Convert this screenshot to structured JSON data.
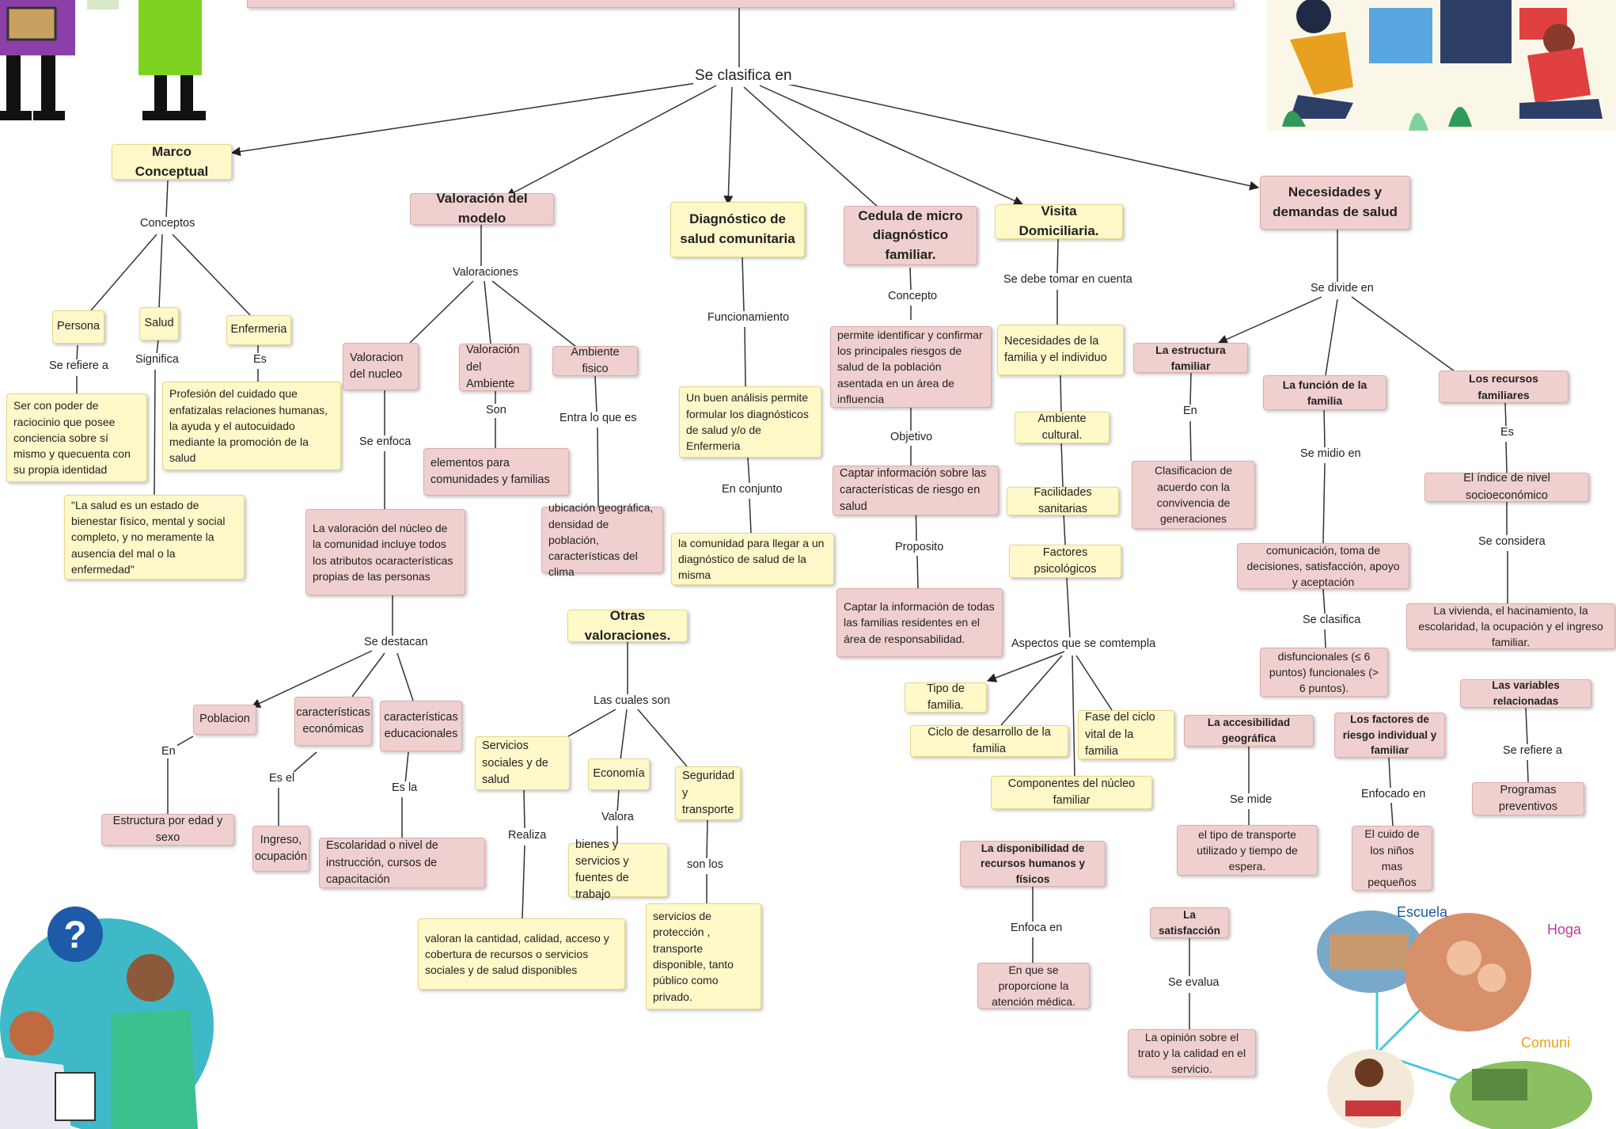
{
  "root_link": "Se clasifica en",
  "marco": {
    "title": "Marco Conceptual",
    "link": "Conceptos",
    "persona": "Persona",
    "salud": "Salud",
    "enfermeria": "Enfermeria",
    "persona_link": "Se refiere a",
    "salud_link": "Significa",
    "enf_link": "Es",
    "persona_def": "Ser con poder de raciocinio que posee conciencia sobre sí mismo y quecuenta con su propia identidad",
    "enf_def": "Profesión del cuidado que enfatizalas relaciones humanas, la ayuda y el autocuidado mediante la promoción de la salud",
    "salud_def": "\"La salud es un estado de bienestar físico, mental y social completo, y no meramente la ausencia del mal o la enfermedad\""
  },
  "valoracion": {
    "title": "Valoración del modelo",
    "link": "Valoraciones",
    "nucleo": "Valoracion del nucleo",
    "ambiente": "Valoración del Ambiente",
    "fisico": "Ambiente fisico",
    "son": "Son",
    "entra": "Entra lo que es",
    "enfoca": "Se enfoca",
    "elementos": "elementos para comunidades y familias",
    "ubicacion": "ubicación geográfica, densidad de población, características del clima",
    "nucleo_def": "La valoración del núcleo de la comunidad incluye todos los atributos ocaracterísticas propias de las personas",
    "destacan": "Se destacan",
    "poblacion": "Poblacion",
    "economicas": "características económicas",
    "educacionales": "características educacionales",
    "en": "En",
    "esel": "Es el",
    "esla": "Es la",
    "estructura": "Estructura por edad y sexo",
    "ingreso": "Ingreso, ocupación",
    "escolaridad": "Escolaridad o nivel de instrucción, cursos de capacitación"
  },
  "diagnostico": {
    "title": "Diagnóstico de salud comunitaria",
    "link": "Funcionamiento",
    "def": "Un buen análisis permite formular los diagnósticos de salud y/o de Enfermeria",
    "conjunto": "En conjunto",
    "comunidad": "la comunidad para llegar a un diagnóstico de salud de la misma"
  },
  "otras": {
    "title": "Otras valoraciones.",
    "link": "Las cuales son",
    "servicios": "Servicios sociales y de salud",
    "economia": "Economía",
    "seguridad": "Seguridad y transporte",
    "realiza": "Realiza",
    "valora": "Valora",
    "sonlos": "son los",
    "bienes": "bienes y servicios y fuentes de trabajo",
    "valoran": "valoran la cantidad, calidad, acceso y cobertura de recursos o servicios sociales y de salud disponibles",
    "proteccion": "servicios de protección , transporte disponible, tanto público como privado."
  },
  "cedula": {
    "title": "Cedula de micro diagnóstico familiar.",
    "concepto": "Concepto",
    "def": "permite identificar y confirmar los principales riesgos de salud de la población asentada en un área de influencia",
    "objetivo": "Objetivo",
    "captar1": "Captar información sobre las características de riesgo en salud",
    "proposito": "Proposito",
    "captar2": "Captar la información de todas las familias residentes en el área de responsabilidad."
  },
  "visita": {
    "title": "Visita Domiciliaria.",
    "link": "Se debe tomar en cuenta",
    "necesidades": "Necesidades de la familia y el individuo",
    "cultural": "Ambiente cultural.",
    "facilidades": "Facilidades sanitarias",
    "psico": "Factores psicológicos",
    "aspectos": "Aspectos que se comtempla",
    "tipo": "Tipo de familia.",
    "ciclo": "Ciclo de desarrollo de la familia",
    "fase": "Fase del ciclo vital de la familia",
    "componentes": "Componentes del núcleo familiar"
  },
  "necesidades": {
    "title": "Necesidades y demandas de salud",
    "link": "Se divide en",
    "estructura": "La estructura familiar",
    "funcion": "La función de la familia",
    "recursos": "Los recursos familiares",
    "en": "En",
    "midio": "Se midio en",
    "es": "Es",
    "clasificacion": "Clasificacion de acuerdo con la convivencia de generaciones",
    "comunicacion": "comunicación, toma de decisiones, satisfacción, apoyo y aceptación",
    "indice": "El índice de nivel socioeconómico",
    "considera": "Se considera",
    "vivienda": "La vivienda, el hacinamiento, la escolaridad, la ocupación y el ingreso familiar.",
    "clasifica": "Se clasifica",
    "disfuncionales": "disfuncionales (≤ 6 puntos) funcionales (> 6 puntos).",
    "variables": "Las variables relacionadas",
    "refiere": "Se refiere a",
    "programas": "Programas preventivos",
    "accesibilidad": "La accesibilidad geográfica",
    "mide": "Se mide",
    "transporte": "el tipo de transporte utilizado y tiempo de espera.",
    "factores": "Los factores de riesgo individual y familiar",
    "enfocado": "Enfocado en",
    "cuido": "El cuido de los niños mas pequeños",
    "disponibilidad": "La disponibilidad de recursos humanos y físicos",
    "enfoca": "Enfoca en",
    "atencion": "En que se proporcione la atención médica.",
    "satisfaccion": "La satisfacción",
    "evalua": "Se evalua",
    "opinion": "La opinión sobre el trato y la calidad en el servicio."
  },
  "collage": {
    "escuela": "Escuela",
    "hogar": "Hoga",
    "comunidad": "Comuni"
  }
}
